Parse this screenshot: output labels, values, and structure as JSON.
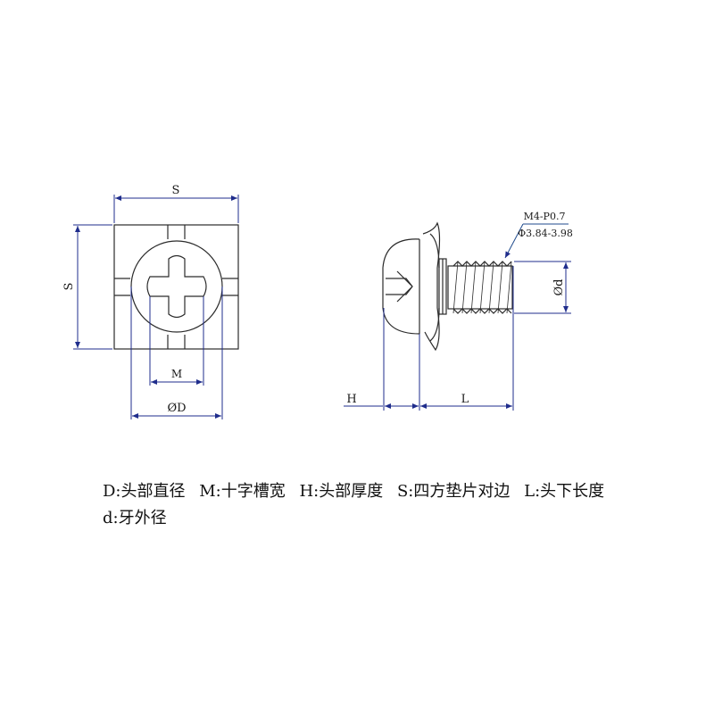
{
  "diagram": {
    "front_view": {
      "s_top_label": "S",
      "s_side_label": "S",
      "m_label": "M",
      "d_label": "ØD"
    },
    "side_view": {
      "thread_spec": "M4-P0.7",
      "thread_dia": "Φ3.84-3.98",
      "d_label": "Ød",
      "h_label": "H",
      "l_label": "L"
    }
  },
  "legend": {
    "line1": [
      "D:头部直径",
      "M:十字槽宽",
      "H:头部厚度",
      "S:四方垫片对边",
      "L:头下长度"
    ],
    "line2": [
      "d:牙外径"
    ]
  },
  "colors": {
    "part_line": "#2b2b2b",
    "dim_line": "#1f2d8c",
    "leader": "#1f4a8c"
  }
}
